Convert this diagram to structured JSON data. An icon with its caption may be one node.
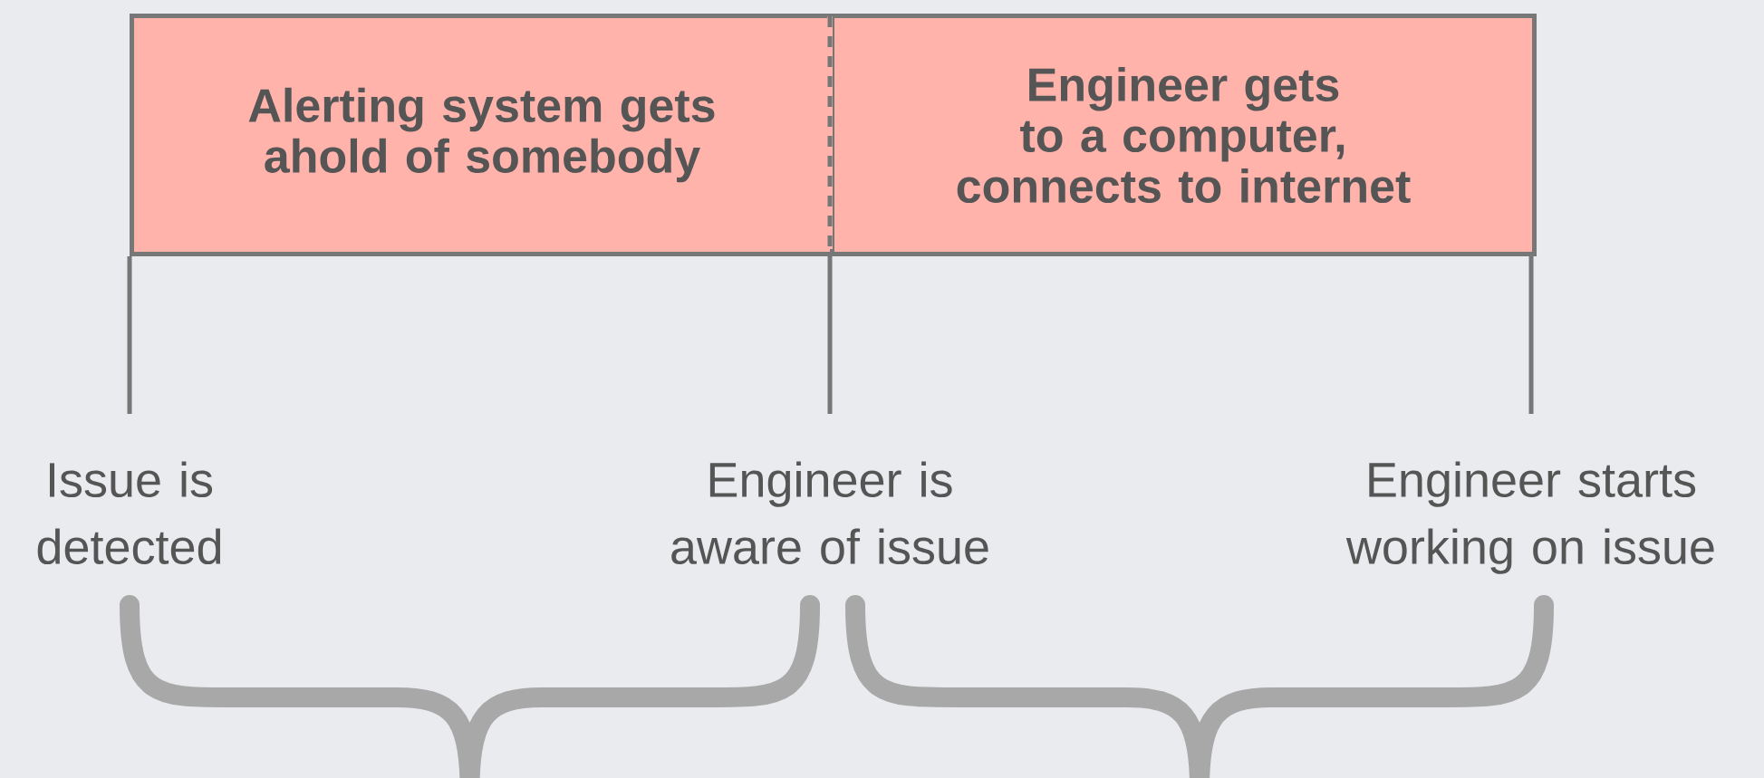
{
  "diagram": {
    "nodes": [
      {
        "text": [
          "Alerting system gets ahold of somebody"
        ]
      },
      {
        "text": [
          "Engineer gets to a computer, connects to internet"
        ]
      },
      {
        "text": [
          "Issue is detected"
        ]
      },
      {
        "text": [
          "Engineer is aware of issue"
        ]
      },
      {
        "text": [
          "Engineer starts working on issue"
        ]
      }
    ],
    "edges": [
      {
        "from": 0,
        "to": 2,
        "arrow": "none"
      },
      {
        "from": 0,
        "to": 3,
        "arrow": "none"
      },
      {
        "from": 1,
        "to": 4,
        "arrow": "none"
      }
    ]
  }
}
